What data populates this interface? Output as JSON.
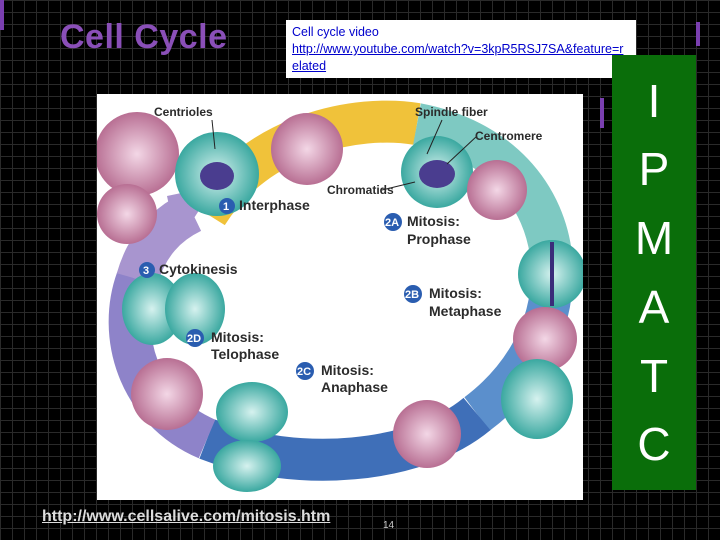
{
  "slide": {
    "title": "Cell Cycle",
    "video_label": "Cell cycle video",
    "video_url": "http://www.youtube.com/watch?v=3kpR5RSJ7SA&feature=related",
    "footer_url": "http://www.cellsalive.com/mitosis.htm",
    "page_number": "14",
    "phase_letters": [
      "I",
      "P",
      "M",
      "A",
      "T",
      "C"
    ]
  },
  "diagram": {
    "labels": {
      "centrioles": "Centrioles",
      "spindle_fiber": "Spindle fiber",
      "centromere": "Centromere",
      "chromatids": "Chromatids",
      "interphase_num": "1",
      "interphase": "Interphase",
      "prophase_num": "2A",
      "prophase_line1": "Mitosis:",
      "prophase_line2": "Prophase",
      "cytokinesis_num": "3",
      "cytokinesis": "Cytokinesis",
      "metaphase_num": "2B",
      "metaphase_line1": "Mitosis:",
      "metaphase_line2": "Metaphase",
      "telophase_num": "2D",
      "telophase_line1": "Mitosis:",
      "telophase_line2": "Telophase",
      "anaphase_num": "2C",
      "anaphase_line1": "Mitosis:",
      "anaphase_line2": "Anaphase"
    }
  },
  "colors": {
    "title": "#8a4fb8",
    "phase_bar": "#0a6e0a",
    "badge": "#2a5db0"
  }
}
